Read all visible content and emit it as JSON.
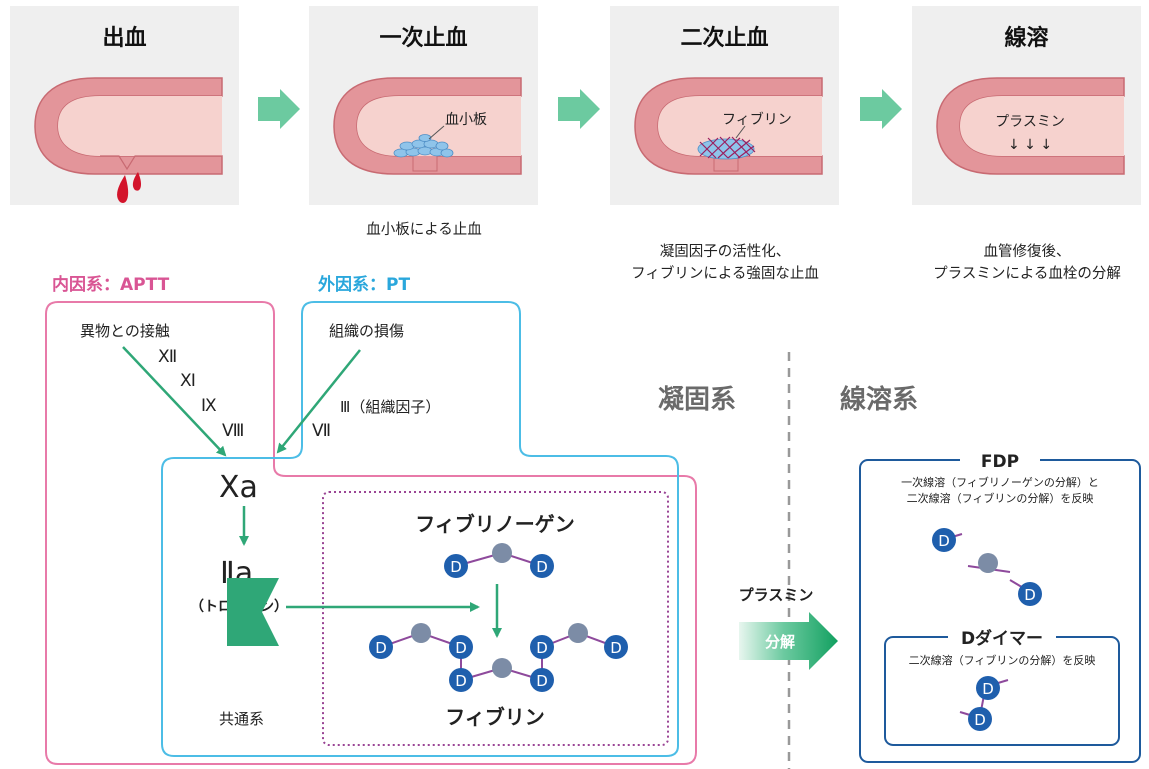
{
  "stages": [
    {
      "title": "出血",
      "caption": "",
      "label": ""
    },
    {
      "title": "一次止血",
      "caption": "血小板による止血",
      "label": "血小板"
    },
    {
      "title": "二次止血",
      "caption": "凝固因子の活性化、\nフィブリンによる強固な止血",
      "label": "フィブリン"
    },
    {
      "title": "線溶",
      "caption": "血管修復後、\nプラスミンによる血栓の分解",
      "label": "プラスミン"
    }
  ],
  "plasmin_arrows": "↓ ↓ ↓",
  "pathway": {
    "intrinsic_label": "内因系：APTT",
    "extrinsic_label": "外因系：PT",
    "foreign_contact": "異物との接触",
    "tissue_damage": "組織の損傷",
    "factors_intrinsic": [
      "Ⅻ",
      "Ⅺ",
      "Ⅸ",
      "Ⅷ"
    ],
    "factor_tissue": "Ⅲ（組織因子）",
    "factor_vii": "Ⅶ",
    "xa": "Xa",
    "iia": "Ⅱa",
    "thrombin": "（トロンビン）",
    "common_label": "共通系",
    "fibrinogen": "フィブリノーゲン",
    "fibrin": "フィブリン",
    "d_label": "D"
  },
  "systems": {
    "coagulation": "凝固系",
    "fibrinolysis": "線溶系"
  },
  "lysis": {
    "plasmin": "プラスミン",
    "decompose": "分解"
  },
  "fdp": {
    "title": "FDP",
    "line1": "一次線溶（フィブリノーゲンの分解）と",
    "line2": "二次線溶（フィブリンの分解）を反映"
  },
  "ddimer": {
    "title": "Dダイマー",
    "line1": "二次線溶（フィブリンの分解）を反映"
  },
  "colors": {
    "panel_bg": "#efefef",
    "vessel_outer": "#e3959a",
    "vessel_inner": "#f6d2ce",
    "vessel_stroke": "#c86a72",
    "arrow_green": "#2fa777",
    "arrow_light": "#6ccaa0",
    "pink_box": "#e87aa9",
    "blue_box": "#4cbde6",
    "purple_dot": "#9a4595",
    "d_blue": "#1f5fad",
    "node_gray": "#7c8ca6",
    "link_purple": "#8e4a9c",
    "fdp_border": "#1e5a9c",
    "blood_red": "#d3142b",
    "pink_text": "#d95594",
    "blue_text": "#2aa7dc",
    "gray_text": "#6a6a6a"
  }
}
